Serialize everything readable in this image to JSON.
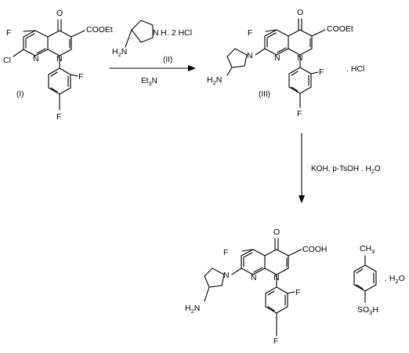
{
  "compounds": {
    "I": {
      "label": "(I)",
      "atoms": {
        "F": "F",
        "Cl": "Cl",
        "O": "O",
        "ester": "COOEt",
        "N1": "N",
        "N2": "N",
        "F2": "F",
        "F4": "F"
      }
    },
    "II": {
      "label": "(II)",
      "salt": ". 2 HCl",
      "atoms": {
        "NH": "N",
        "H": "H",
        "amine": "H2N"
      }
    },
    "III": {
      "label": "(III)",
      "salt": ". HCl",
      "atoms": {
        "F": "F",
        "O": "O",
        "ester": "COOEt",
        "N_pyrr": "N",
        "N1": "N",
        "N2": "N",
        "F2": "F",
        "F4": "F",
        "amine": "H2N"
      }
    },
    "product": {
      "atoms": {
        "F": "F",
        "O": "O",
        "acid": "COOH",
        "N_pyrr": "N",
        "N1": "N",
        "N2": "N",
        "F2": "F",
        "F4": "F",
        "amine": "H2N"
      },
      "tosyl": {
        "CH3": "CH3",
        "SO3H": "SO3H"
      },
      "hydrate": ". H2O"
    }
  },
  "conditions": {
    "step1_base": "Et3N",
    "step2": "KOH, p-TsOH . H2O"
  }
}
